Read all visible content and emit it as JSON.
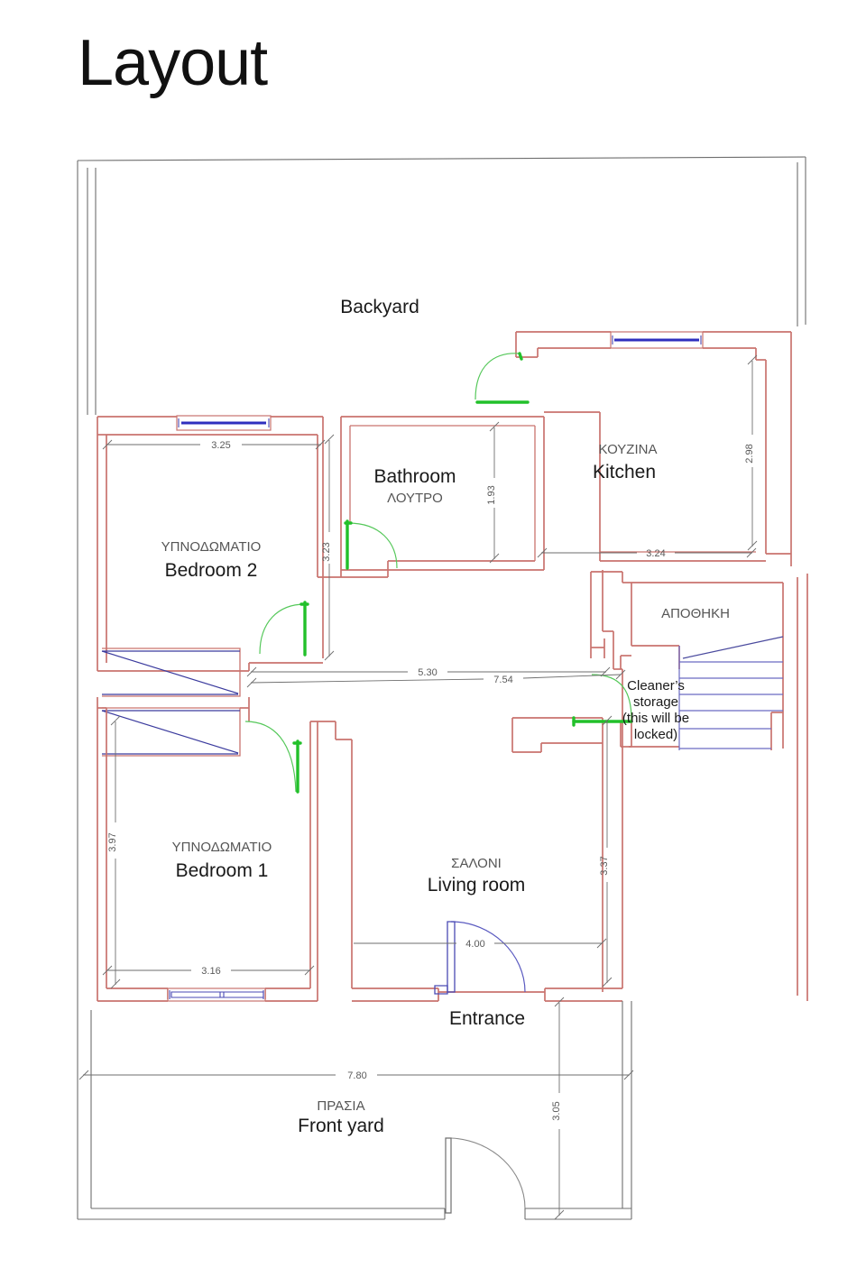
{
  "page": {
    "title": "Layout"
  },
  "rooms": {
    "backyard": {
      "en": "Backyard",
      "gr": ""
    },
    "bathroom": {
      "en": "Bathroom",
      "gr": "ΛΟΥΤΡΟ"
    },
    "kitchen": {
      "en": "Kitchen",
      "gr": "ΚΟΥΖΙΝΑ"
    },
    "bedroom2": {
      "en": "Bedroom 2",
      "gr": "ΥΠΝΟΔΩΜΑΤΙΟ"
    },
    "bedroom1": {
      "en": "Bedroom 1",
      "gr": "ΥΠΝΟΔΩΜΑΤΙΟ"
    },
    "livingroom": {
      "en": "Living room",
      "gr": "ΣΑΛΟΝΙ"
    },
    "storage": {
      "en": "",
      "gr": "ΑΠΟΘΗΚΗ"
    },
    "frontyard": {
      "en": "Front yard",
      "gr": "ΠΡΑΣΙΑ"
    },
    "entrance": {
      "en": "Entrance",
      "gr": ""
    }
  },
  "notes": {
    "cleaner_line1": "Cleaner’s",
    "cleaner_line2": "storage",
    "cleaner_line3": "(this will be",
    "cleaner_line4": "locked)"
  },
  "dimensions": {
    "bedroom2_width": "3.25",
    "bedroom2_height": "3.23",
    "bathroom_height": "1.93",
    "kitchen_height": "2.98",
    "kitchen_width": "3.24",
    "hall_inner": "5.30",
    "hall_outer": "7.54",
    "bedroom1_height": "3.97",
    "bedroom1_width": "3.16",
    "livingroom_height": "3.37",
    "livingroom_width": "4.00",
    "frontyard_width": "7.80",
    "frontyard_height": "3.05"
  },
  "colors": {
    "wall": "#c9736e",
    "door": "#22c02a",
    "window": "#2f2fbe",
    "dimension": "#6e6e6e",
    "label": "#1a1a1a",
    "label_greek": "#555555"
  }
}
